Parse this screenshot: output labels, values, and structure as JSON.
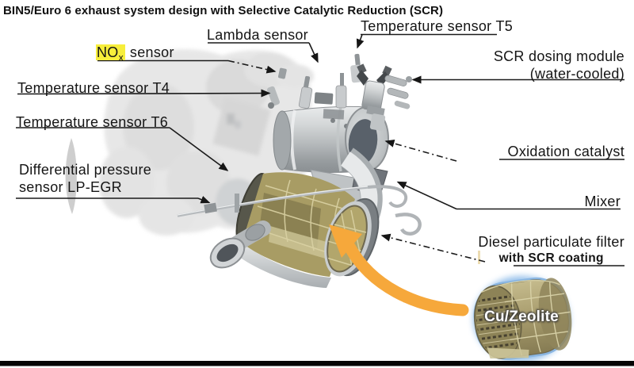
{
  "title": "BIN5/Euro 6 exhaust system design with Selective Catalytic Reduction (SCR)",
  "labels": {
    "lambda_sensor": "Lambda sensor",
    "temp_t5": "Temperature sensor T5",
    "nox_base": "NO",
    "nox_sub": "x",
    "nox_rest": "sensor",
    "temp_t4": "Temperature sensor T4",
    "temp_t6": "Temperature sensor T6",
    "diff_pressure_line1": "Differential pressure",
    "diff_pressure_line2": "sensor LP-EGR",
    "scr_dosing_line1": "SCR dosing module",
    "scr_dosing_line2": "(water-cooled)",
    "oxidation_catalyst": "Oxidation catalyst",
    "mixer": "Mixer",
    "dpf_line1": "Diesel particulate filter",
    "dpf_line2": "with SCR coating",
    "cu_zeolite": "Cu/Zeolite"
  },
  "colors": {
    "nox_highlight": "#f7ee3b",
    "arrow_orange": "#f6a83b",
    "inset_glow": "#7fb2e6",
    "honeycomb": "#a89c64",
    "leader_line": "#1a1a1a",
    "bottom_bar": "#050505"
  }
}
